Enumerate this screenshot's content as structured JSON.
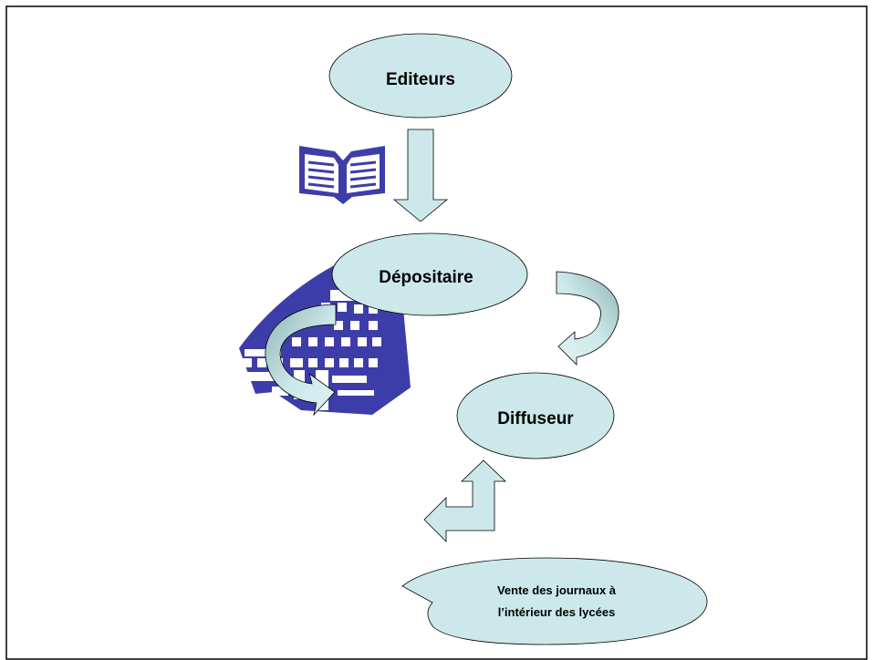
{
  "nodes": {
    "editeurs": "Editeurs",
    "depositaire": "Dépositaire",
    "diffuseur": "Diffuseur"
  },
  "callout": {
    "line1": "Vente des journaux à",
    "line2": "l’intérieur des lycées"
  },
  "colors": {
    "ellipse_fill": "#cce8ea",
    "arrow_fill": "#cce8ea",
    "clipart_blue": "#3d3daa",
    "outline": "#000000",
    "arrow_shadow": "#8fb4b4"
  },
  "icons": {
    "book": "open-book-icon",
    "building": "building-clipart-icon"
  }
}
